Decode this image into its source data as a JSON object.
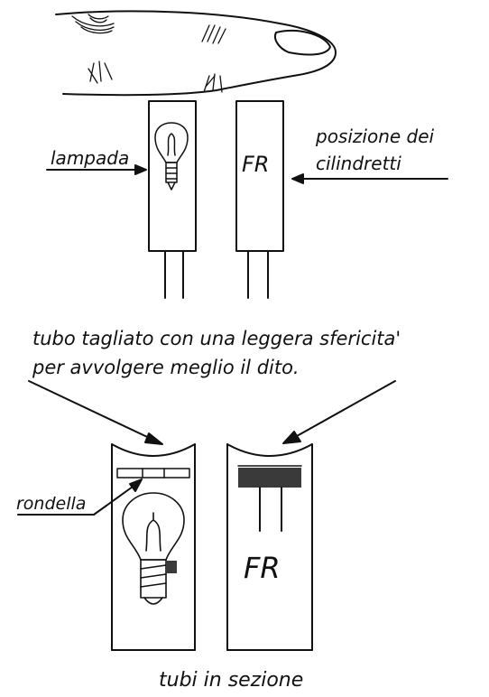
{
  "labels": {
    "lamp": "lampada",
    "position_line1": "posizione dei",
    "position_line2": "cilindretti",
    "fr_top": "FR",
    "caption_line1": "tubo tagliato con una leggera sfericita'",
    "caption_line2": "per avvolgere meglio il dito.",
    "washer": "rondella",
    "fr_bottom": "FR",
    "section_caption": "tubi in sezione"
  },
  "colors": {
    "ink": "#111111",
    "dark_band": "#3a3a3a"
  }
}
